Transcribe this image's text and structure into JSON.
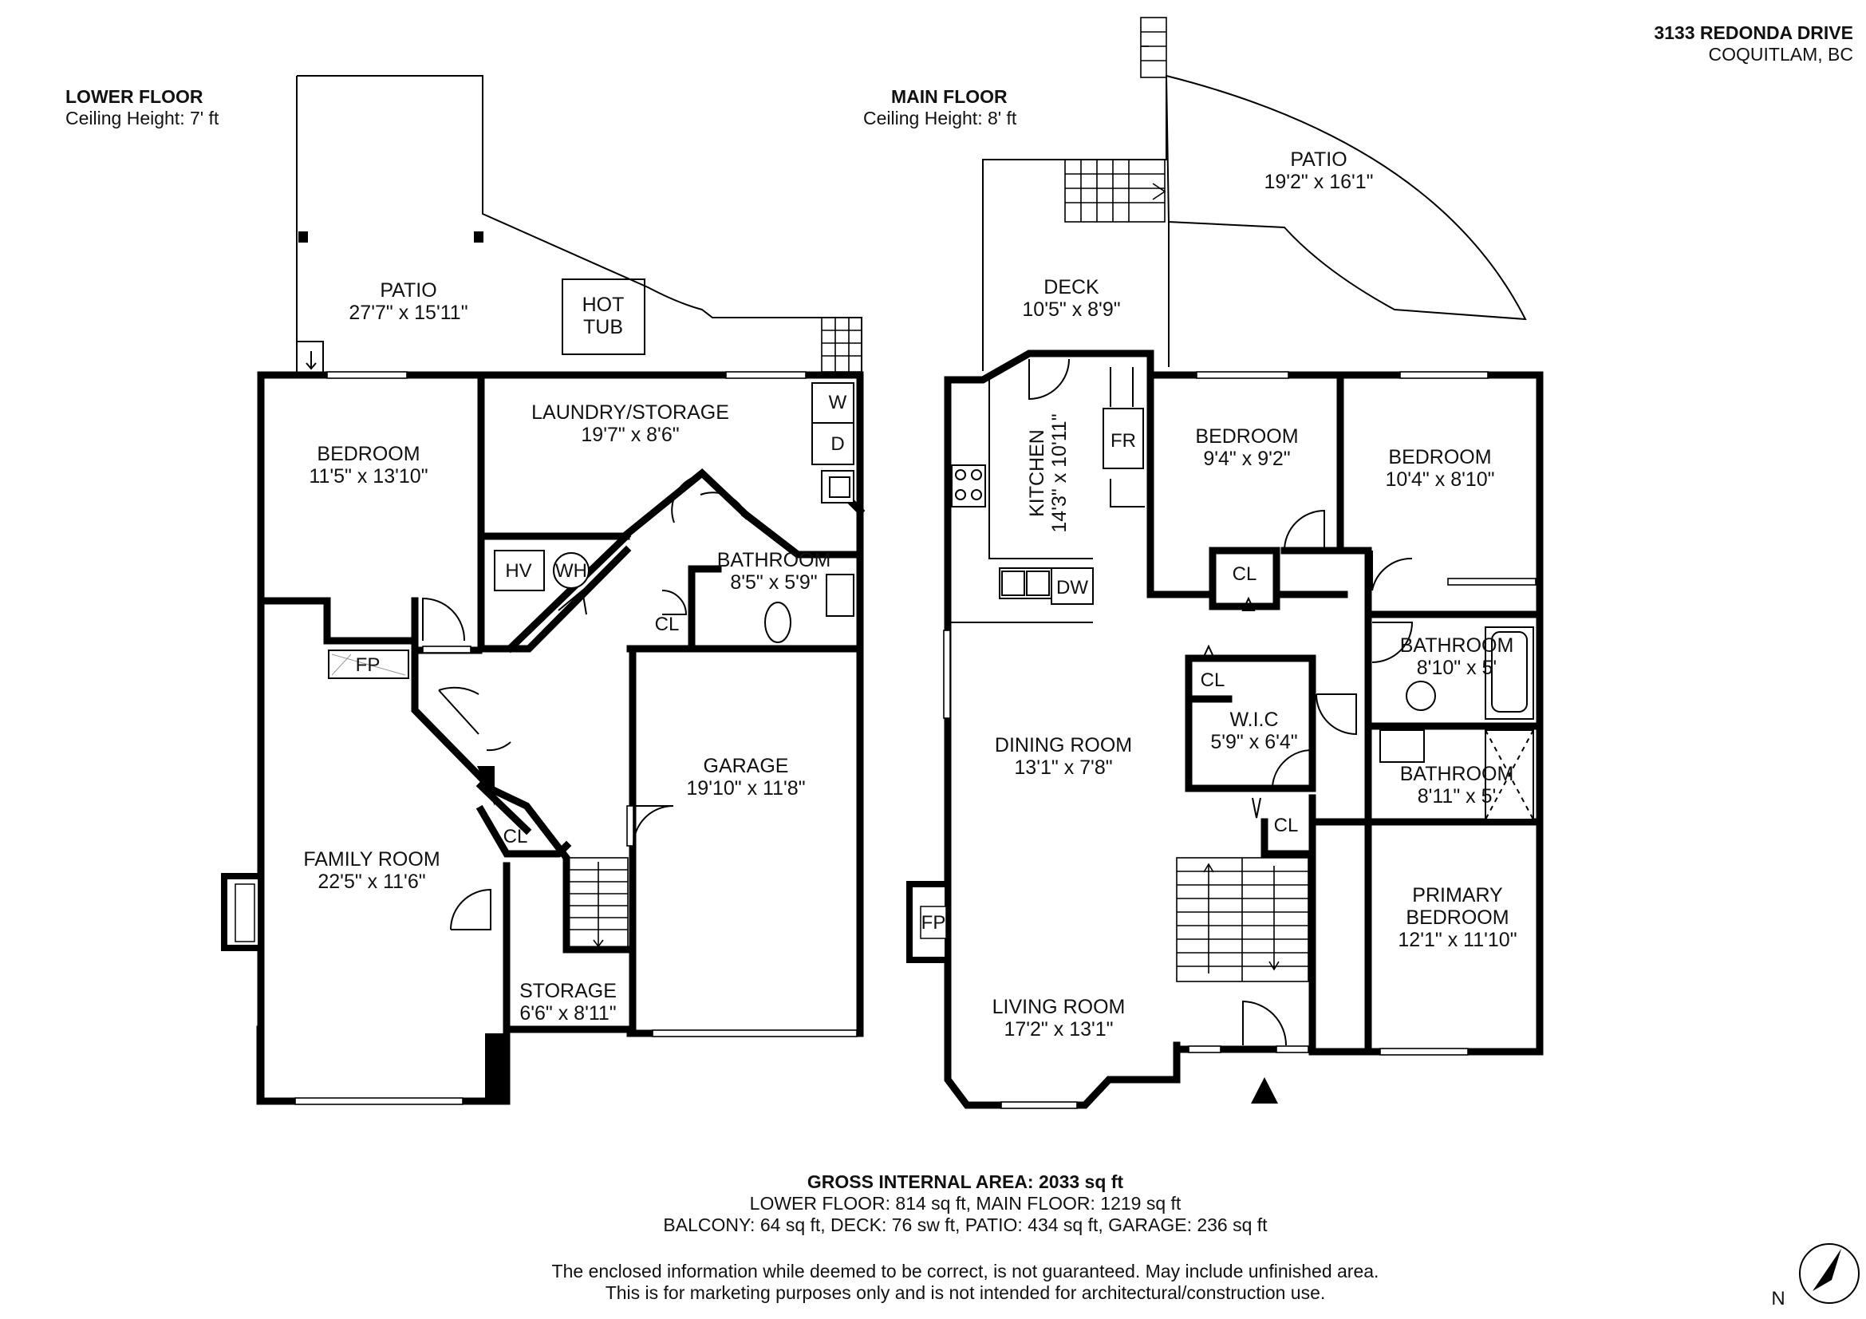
{
  "address": {
    "line1": "3133 REDONDA DRIVE",
    "line2": "COQUITLAM, BC"
  },
  "lower_floor": {
    "title": "LOWER FLOOR",
    "ceiling": "Ceiling Height: 7' ft",
    "rooms": {
      "patio": {
        "name": "PATIO",
        "size": "27'7\" x 15'11\""
      },
      "hot_tub": [
        "HOT",
        "TUB"
      ],
      "laundry": {
        "name": "LAUNDRY/STORAGE",
        "size": "19'7\" x 8'6\""
      },
      "bedroom": {
        "name": "BEDROOM",
        "size": "11'5\" x 13'10\""
      },
      "bathroom": {
        "name": "BATHROOM",
        "size": "8'5\" x 5'9\""
      },
      "garage": {
        "name": "GARAGE",
        "size": "19'10\" x 11'8\""
      },
      "family_room": {
        "name": "FAMILY ROOM",
        "size": "22'5\" x 11'6\""
      },
      "storage": {
        "name": "STORAGE",
        "size": "6'6\" x 8'11\""
      }
    },
    "fixtures": {
      "washer": "W",
      "dryer": "D",
      "hv": "HV",
      "wh": "WH",
      "fp": "FP",
      "closet": "CL"
    }
  },
  "main_floor": {
    "title": "MAIN FLOOR",
    "ceiling": "Ceiling Height: 8' ft",
    "rooms": {
      "patio": {
        "name": "PATIO",
        "size": "19'2\" x 16'1\""
      },
      "deck": {
        "name": "DECK",
        "size": "10'5\" x 8'9\""
      },
      "kitchen": {
        "name": "KITCHEN",
        "size": "14'3\" x 10'11\""
      },
      "bedroom_1": {
        "name": "BEDROOM",
        "size": "9'4\" x 9'2\""
      },
      "bedroom_2": {
        "name": "BEDROOM",
        "size": "10'4\" x 8'10\""
      },
      "bathroom_1": {
        "name": "BATHROOM",
        "size": "8'10\" x 5'"
      },
      "bathroom_2": {
        "name": "BATHROOM",
        "size": "8'11\" x 5'"
      },
      "wic": {
        "name": "W.I.C",
        "size": "5'9\" x 6'4\""
      },
      "dining": {
        "name": "DINING ROOM",
        "size": "13'1\" x 7'8\""
      },
      "living": {
        "name": "LIVING ROOM",
        "size": "17'2\" x 13'1\""
      },
      "primary": {
        "name_1": "PRIMARY",
        "name_2": "BEDROOM",
        "size": "12'1\" x 11'10\""
      }
    },
    "fixtures": {
      "fridge": "FR",
      "dishwasher": "DW",
      "fp": "FP",
      "closet": "CL"
    }
  },
  "area": {
    "gross_label": "GROSS INTERNAL AREA:",
    "gross_value": "2033 sq ft",
    "line2": "LOWER FLOOR: 814 sq ft, MAIN FLOOR: 1219 sq ft",
    "line3": "BALCONY: 64 sq ft, DECK: 76 sw ft, PATIO: 434 sq ft,  GARAGE: 236 sq ft"
  },
  "disclaimer": {
    "line1": "The enclosed information while deemed to be correct, is not guaranteed. May include unfinished area.",
    "line2": "This is for marketing purposes only and is not intended for architectural/construction use."
  },
  "compass": {
    "label": "N"
  }
}
